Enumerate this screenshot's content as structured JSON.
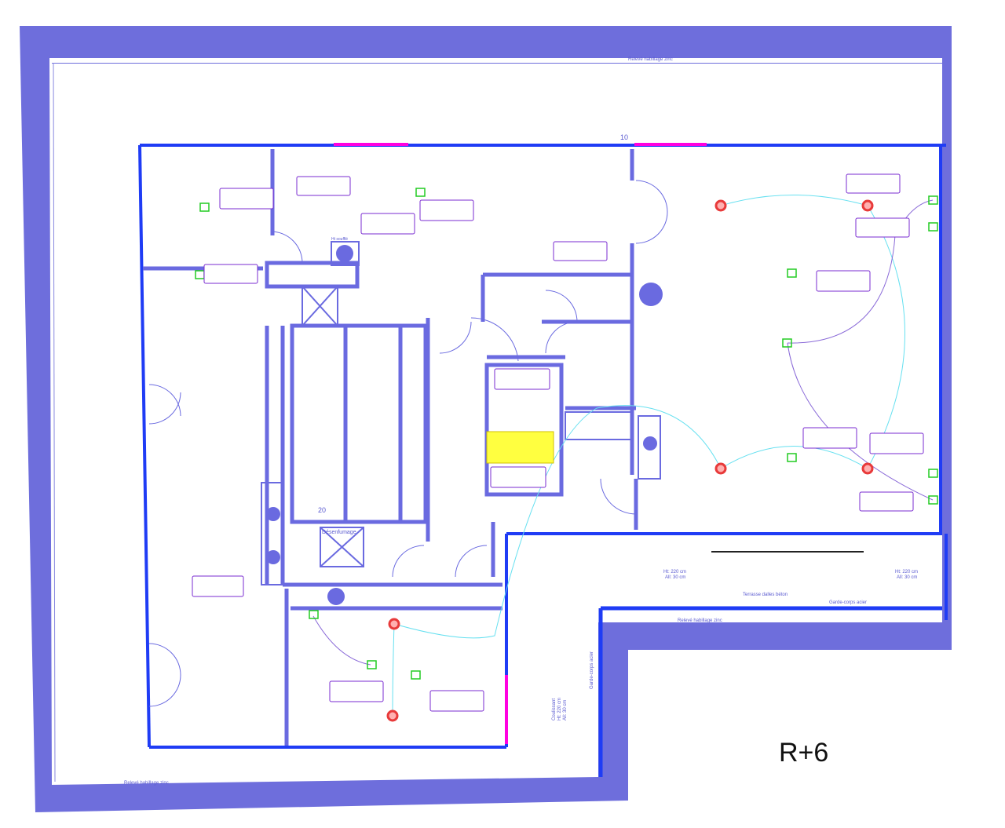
{
  "plan": {
    "level_label": "R+6",
    "labels": {
      "top_edge": "Relevé habillage zinc",
      "bottom_edge": "Relevé habillage zinc",
      "terrace_edge": "Relevé habillage zinc",
      "axis_10": "10",
      "axis_20": "20",
      "smoke_vent": "Désenfumage",
      "vent_top": "Ht soufflé",
      "terrace": "Terrasse dalles béton",
      "railing": "Garde-corps acier",
      "railing_vertical": "Garde-corps acier",
      "height_left_1": "Ht: 220 cm",
      "height_left_2": "All: 30 cm",
      "height_right_1": "Ht: 220 cm",
      "height_right_2": "All: 30 cm",
      "coffrage_1": "Coulissant",
      "coffrage_2": "Ht: 220 cm",
      "coffrage_3": "All: 30 cm"
    },
    "colors": {
      "frame": "#6e6edc",
      "wall": "#6a6ae0",
      "facade": "#1f3cf5",
      "window_highlight": "#ff00e0",
      "sensor": "#22cc22",
      "light": "#e83a3a",
      "annotation": "#7a2bd0",
      "highlight_box": "#ffff40",
      "cable": "#66e0f0"
    }
  }
}
